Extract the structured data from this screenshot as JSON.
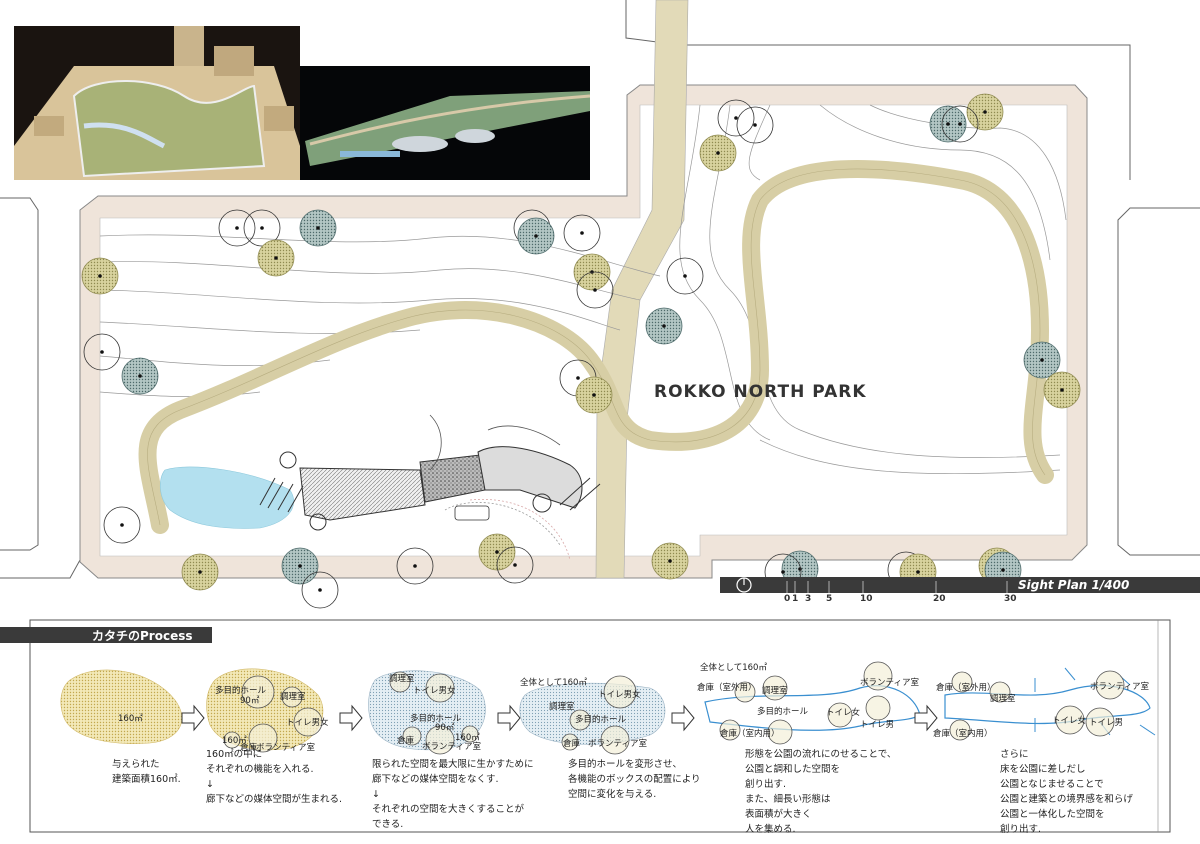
{
  "park_name": "ROKKO NORTH PARK",
  "scale_title": "Sight Plan  1/400",
  "scale_ticks": [
    "0",
    "1",
    "3",
    "5",
    "10",
    "20",
    "30"
  ],
  "process_title": "カタチのProcess",
  "steps": [
    {
      "area": "160㎡",
      "caption": [
        "与えられた",
        "建築面積160㎡."
      ]
    },
    {
      "labels": {
        "hall": "多目的ホール",
        "hall_area": "90㎡",
        "cooking": "調理室",
        "toilet": "トイレ男女",
        "area": "160㎡",
        "storage": "倉庫",
        "volunteer": "ボランティア室"
      },
      "caption": [
        "160㎡の中に",
        "それぞれの機能を入れる.",
        "↓",
        "廊下などの媒体空間が生まれる."
      ]
    },
    {
      "labels": {
        "cooking": "調理室",
        "toilet": "トイレ男女",
        "hall": "多目的ホール",
        "hall_area": "90㎡",
        "area": "160㎡",
        "storage": "倉庫",
        "volunteer": "ボランティア室"
      },
      "caption": [
        "限られた空間を最大限に生かすために",
        "廊下などの媒体空間をなくす.",
        "↓",
        "それぞれの空間を大きくすることが",
        "できる."
      ]
    },
    {
      "labels": {
        "total": "全体として160㎡",
        "toilet": "トイレ男女",
        "cooking": "調理室",
        "hall": "多目的ホール",
        "storage": "倉庫",
        "volunteer": "ボランティア室"
      },
      "caption": [
        "多目的ホールを変形させ、",
        "各機能のボックスの配置により",
        "空間に変化を与える."
      ]
    },
    {
      "labels": {
        "total": "全体として160㎡",
        "storage_out": "倉庫（室外用）",
        "cooking": "調理室",
        "volunteer": "ボランティア室",
        "hall": "多目的ホール",
        "toilet_f": "トイレ女",
        "toilet_m": "トイレ男",
        "storage_in": "倉庫（室内用）"
      },
      "caption": [
        "形態を公園の流れにのせることで、",
        "公園と調和した空間を",
        "創り出す.",
        "また、細長い形態は",
        "表面積が大きく",
        "人を集める."
      ]
    },
    {
      "labels": {
        "storage_out": "倉庫（室外用）",
        "cooking": "調理室",
        "volunteer": "ボランティア室",
        "storage_in": "倉庫（室内用）",
        "toilet_f": "トイレ女",
        "toilet_m": "トイレ男"
      },
      "caption": [
        "さらに",
        "床を公園に差しだし",
        "公園となじませることで",
        "公園と建築との境界感を和らげ",
        "公園と一体化した空間を",
        "創り出す."
      ]
    }
  ],
  "colors": {
    "boundary": "#efe4da",
    "path": "#d9d0a8",
    "tree_olive": "#c6c08e",
    "tree_teal": "#9eb6b4",
    "pond": "#b3e0ef",
    "bubble_yellow": "#e8d68c",
    "bubble_blue": "#cde0ec",
    "scalebar": "#3a3a3a"
  }
}
